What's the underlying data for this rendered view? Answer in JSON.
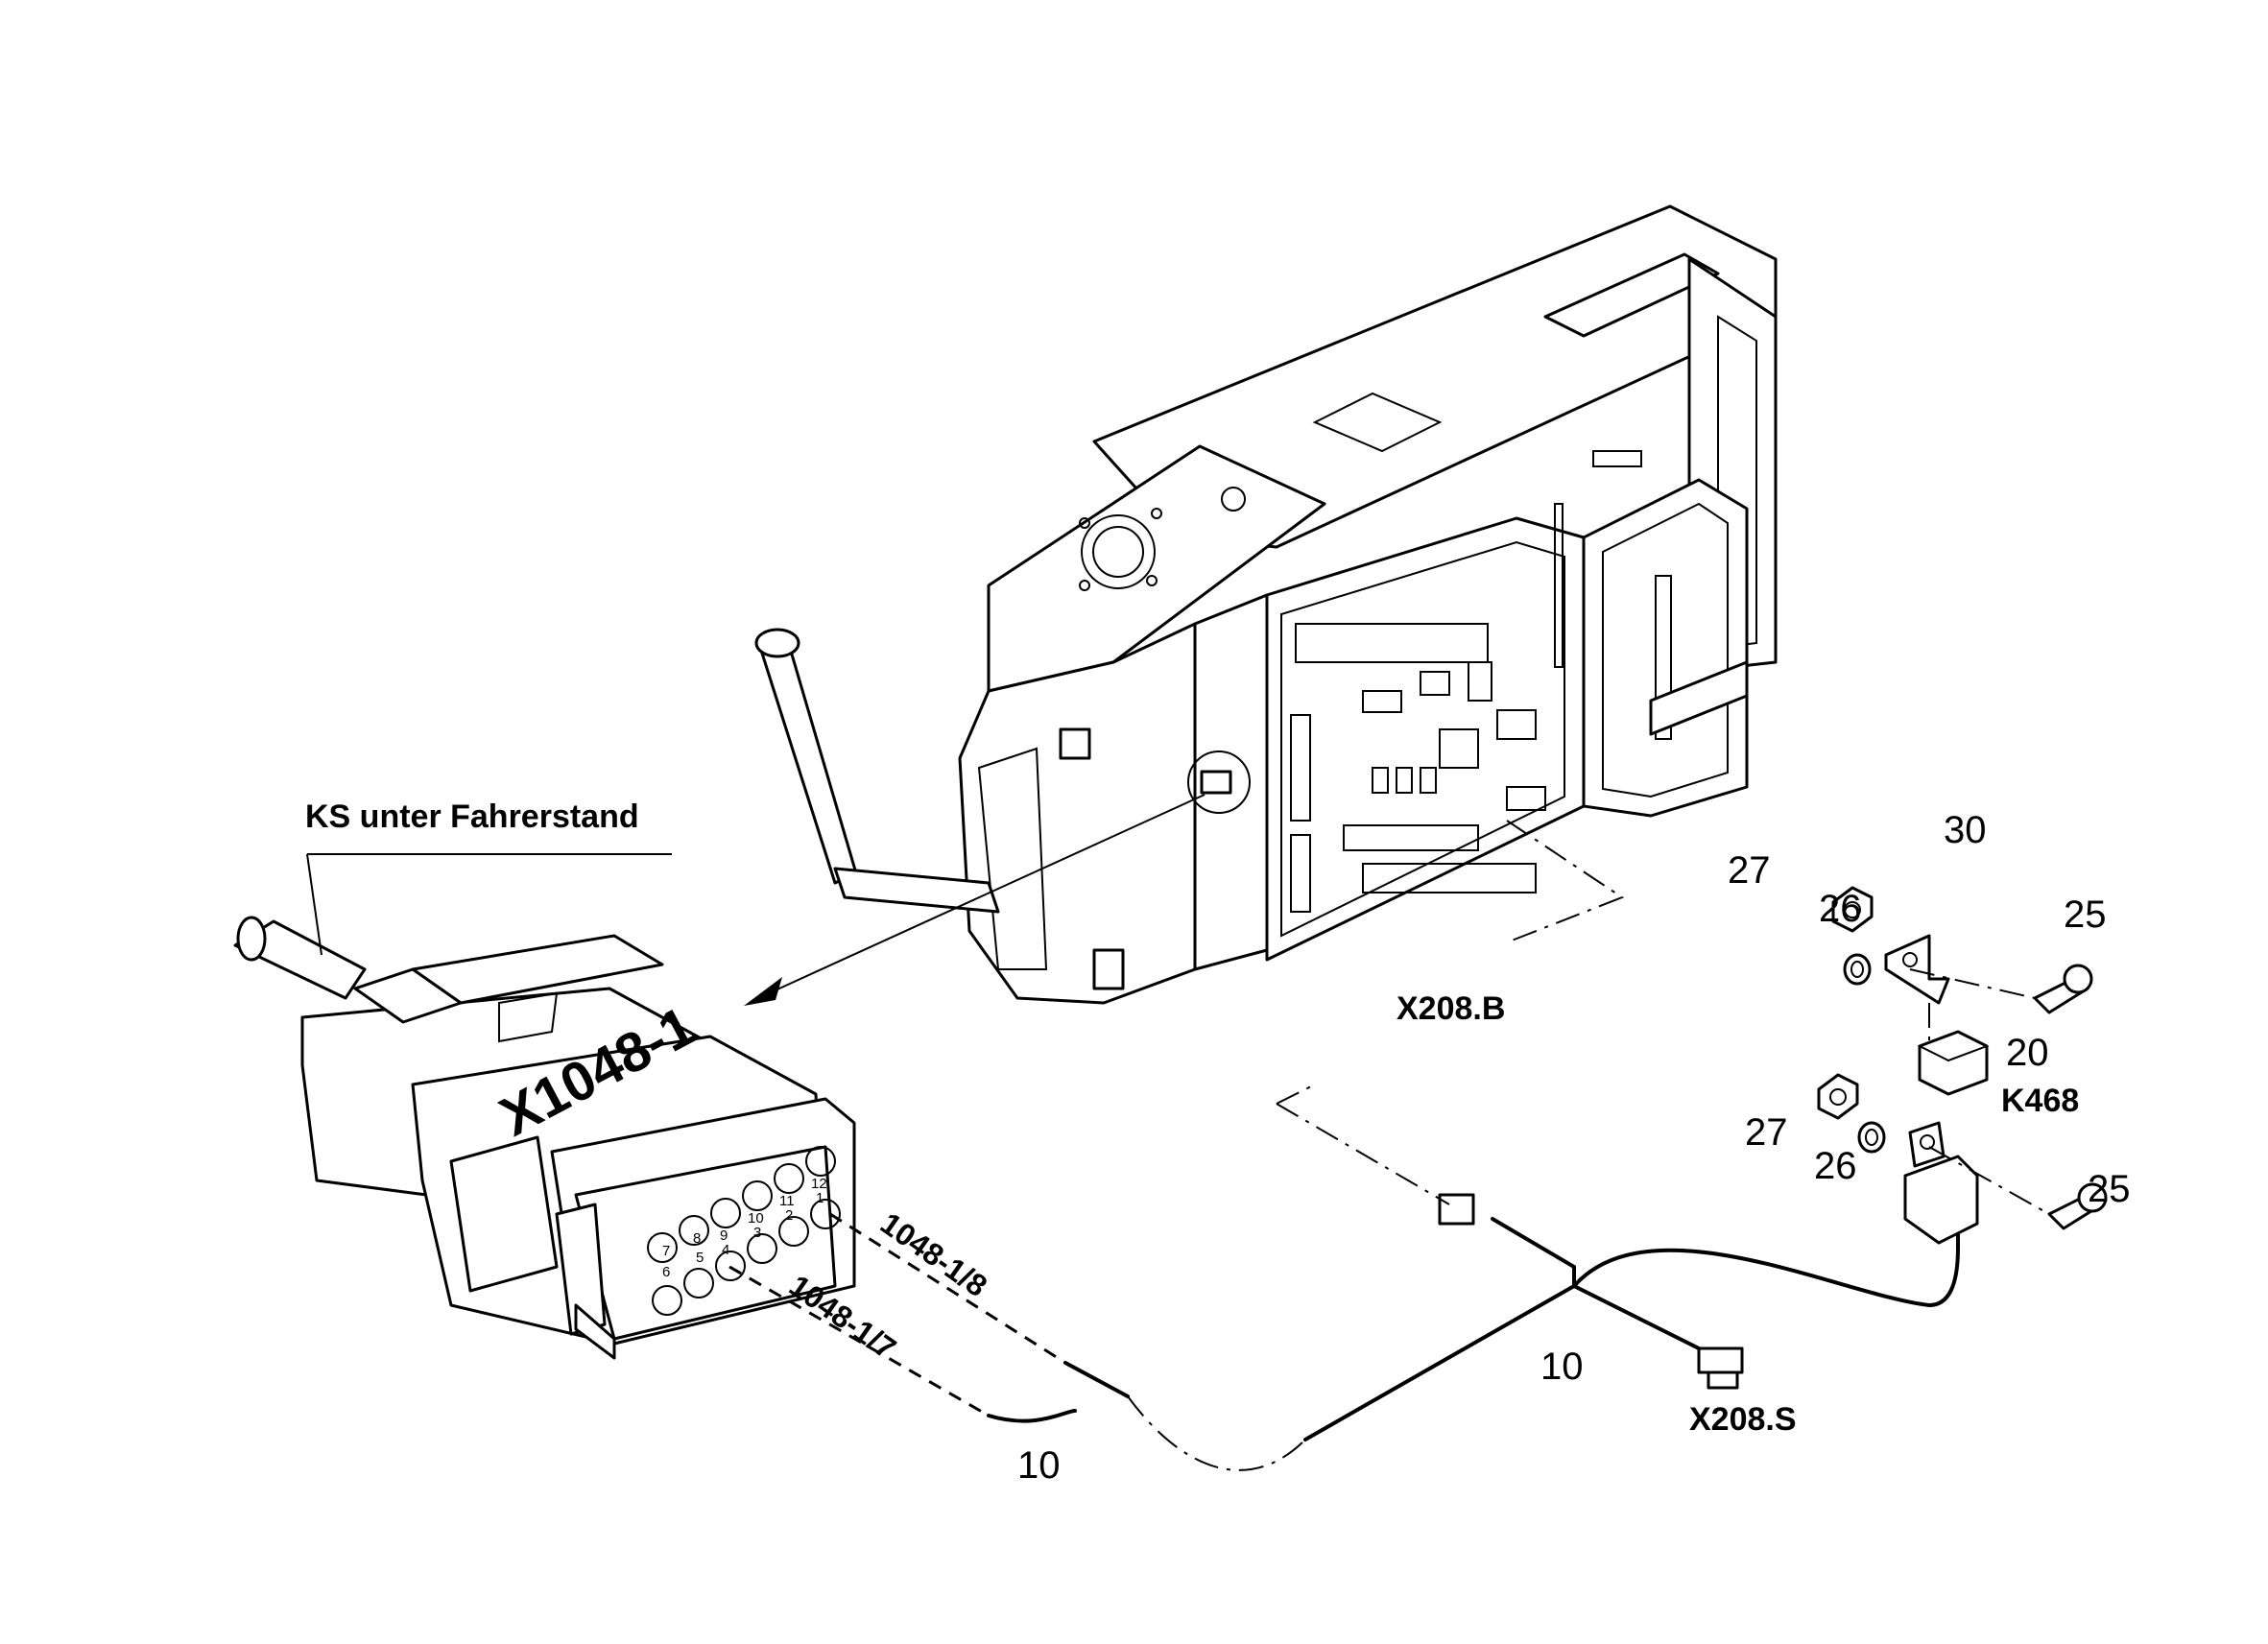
{
  "labels": {
    "ks_cable": "KS unter Fahrerstand",
    "connector": "X1048-1",
    "pin8": "1048-1/8",
    "pin7": "1048-1/7",
    "x208b": "X208.B",
    "x208s": "X208.S",
    "k468": "K468"
  },
  "item_numbers": {
    "n27a": "27",
    "n26a": "26",
    "n30": "30",
    "n25a": "25",
    "n20": "20",
    "n27b": "27",
    "n26b": "26",
    "n25b": "25",
    "n10a": "10",
    "n10b": "10"
  },
  "pin_numbers": {
    "p12": "12",
    "p1": "1",
    "p11": "11",
    "p2": "2",
    "p10": "10",
    "p3": "3",
    "p9": "9",
    "p4": "4",
    "p6": "6",
    "p5": "5",
    "p7": "7",
    "p8": "8"
  }
}
